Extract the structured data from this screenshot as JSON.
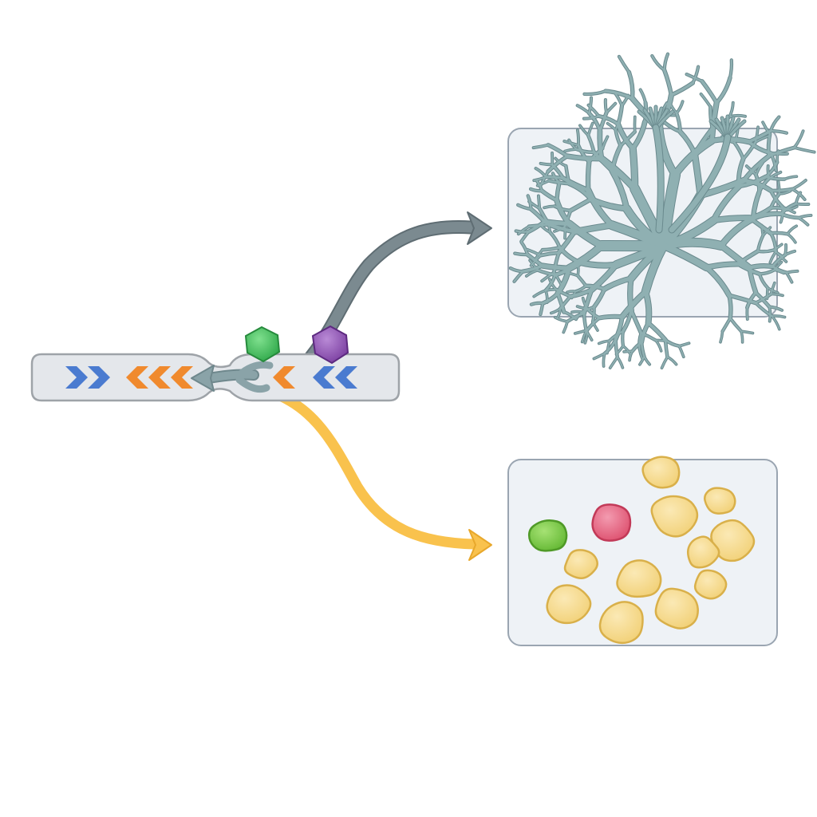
{
  "diagram": {
    "palette": {
      "background": "#ffffff",
      "panel_fill": "#eef2f6",
      "panel_stroke": "#9aa5b1",
      "chromosome_fill": "#e4e7eb",
      "chromosome_stroke": "#9ea3a8",
      "chevron_blue": "#4a7bd0",
      "chevron_orange": "#f08a2e",
      "teal_arrow": "#8aa3a8",
      "gray_arrow": "#7b8a90",
      "yellow_arrow": "#f9c24d",
      "green_molecule": "#42c25a",
      "purple_molecule": "#9252b8",
      "hyphae": "#8fb0b2",
      "hyphae_stroke": "#6a8a8e",
      "cell_yellow": "#f5d98a",
      "cell_yellow_stroke": "#d9b04a",
      "cell_pink": "#e8647e",
      "cell_green": "#7ccf45"
    },
    "chromosome": {
      "left_chevrons": [
        "chevron-blue",
        "chevron-blue",
        "chevron-orange",
        "chevron-orange",
        "chevron-orange"
      ],
      "right_chevrons": [
        "chevron-orange",
        "chevron-blue",
        "chevron-blue"
      ]
    },
    "molecules": [
      "green-hexagon",
      "purple-hexagon"
    ],
    "outcomes": [
      {
        "name": "filamentous-hyphae",
        "arrow": "gray"
      },
      {
        "name": "yeast-cells",
        "arrow": "yellow"
      }
    ]
  }
}
